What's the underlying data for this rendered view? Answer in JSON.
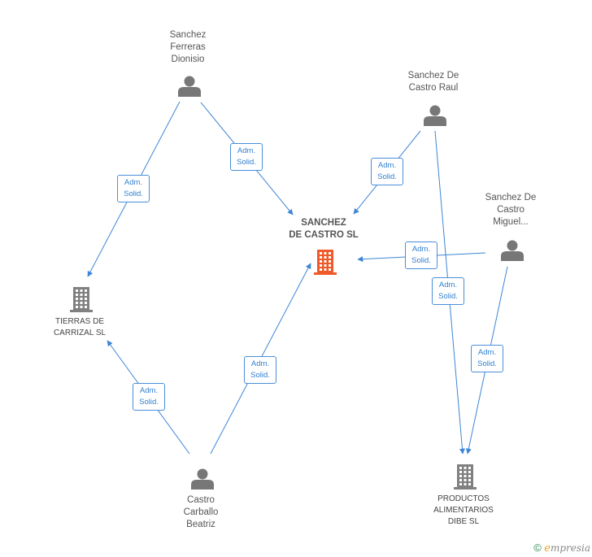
{
  "colors": {
    "edge": "#3d85d6",
    "person": "#777777",
    "company": "#808080",
    "focus_company": "#f05a2a",
    "badge_text": "#2f7fd0"
  },
  "people": [
    {
      "id": "p1",
      "lines": [
        "Sanchez",
        "Ferreras",
        "Dionisio"
      ]
    },
    {
      "id": "p2",
      "lines": [
        "Sanchez De",
        "Castro Raul"
      ]
    },
    {
      "id": "p3",
      "lines": [
        "Sanchez De",
        "Castro",
        "Miguel..."
      ]
    },
    {
      "id": "p4",
      "lines": [
        "Castro",
        "Carballo",
        "Beatriz"
      ]
    }
  ],
  "companies": [
    {
      "id": "c0",
      "lines": [
        "SANCHEZ",
        "DE CASTRO SL"
      ],
      "focus": true
    },
    {
      "id": "c1",
      "lines": [
        "TIERRAS DE",
        "CARRIZAL  SL"
      ]
    },
    {
      "id": "c2",
      "lines": [
        "PRODUCTOS",
        "ALIMENTARIOS",
        "DIBE SL"
      ]
    }
  ],
  "edges": [
    {
      "from": "p1",
      "to": "c0",
      "label": [
        "Adm.",
        "Solid."
      ]
    },
    {
      "from": "p1",
      "to": "c1",
      "label": [
        "Adm.",
        "Solid."
      ]
    },
    {
      "from": "p2",
      "to": "c0",
      "label": [
        "Adm.",
        "Solid."
      ]
    },
    {
      "from": "p2",
      "to": "c2",
      "label": [
        "Adm.",
        "Solid."
      ]
    },
    {
      "from": "p3",
      "to": "c0",
      "label": [
        "Adm.",
        "Solid."
      ]
    },
    {
      "from": "p3",
      "to": "c2",
      "label": [
        "Adm.",
        "Solid."
      ]
    },
    {
      "from": "p4",
      "to": "c0",
      "label": [
        "Adm.",
        "Solid."
      ]
    },
    {
      "from": "p4",
      "to": "c1",
      "label": [
        "Adm.",
        "Solid."
      ]
    }
  ],
  "footer": {
    "copyright": "©",
    "brand_initial": "e",
    "brand_rest": "mpresia"
  }
}
